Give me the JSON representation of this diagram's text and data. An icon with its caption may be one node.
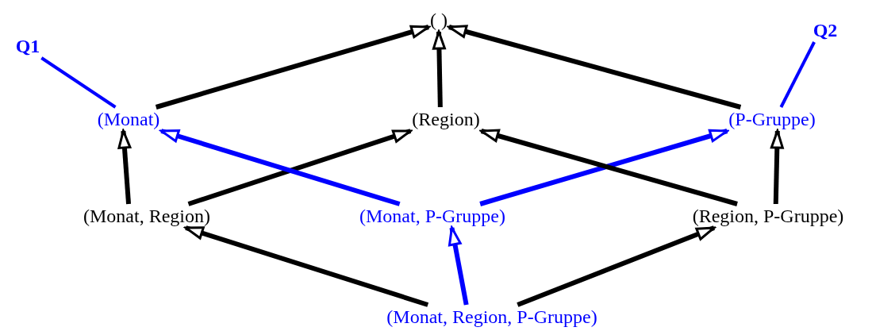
{
  "diagram": {
    "nodes": [
      {
        "text": [
          "( )"
        ]
      },
      {
        "text": [
          "Q1"
        ]
      },
      {
        "text": [
          "Q2"
        ]
      },
      {
        "text": [
          "(Monat)"
        ]
      },
      {
        "text": [
          "(Region)"
        ]
      },
      {
        "text": [
          "(P-Gruppe)"
        ]
      },
      {
        "text": [
          "(Monat, Region)"
        ]
      },
      {
        "text": [
          "(Monat, P-Gruppe)"
        ]
      },
      {
        "text": [
          "(Region, P-Gruppe)"
        ]
      },
      {
        "text": [
          "(Monat, Region, P-Gruppe)"
        ]
      }
    ],
    "edges": [
      {
        "from": 1,
        "to": 3,
        "arrow": "none",
        "color": "#0000ff"
      },
      {
        "from": 2,
        "to": 5,
        "arrow": "none",
        "color": "#0000ff"
      },
      {
        "from": 3,
        "to": 0,
        "arrow": "to"
      },
      {
        "from": 4,
        "to": 0,
        "arrow": "to"
      },
      {
        "from": 5,
        "to": 0,
        "arrow": "to"
      },
      {
        "from": 6,
        "to": 3,
        "arrow": "to"
      },
      {
        "from": 6,
        "to": 4,
        "arrow": "to"
      },
      {
        "from": 7,
        "to": 3,
        "arrow": "to",
        "color": "#0000ff"
      },
      {
        "from": 7,
        "to": 5,
        "arrow": "to",
        "color": "#0000ff"
      },
      {
        "from": 8,
        "to": 4,
        "arrow": "to"
      },
      {
        "from": 8,
        "to": 5,
        "arrow": "to"
      },
      {
        "from": 9,
        "to": 6,
        "arrow": "to"
      },
      {
        "from": 9,
        "to": 7,
        "arrow": "to",
        "color": "#0000ff"
      },
      {
        "from": 9,
        "to": 8,
        "arrow": "to"
      }
    ]
  }
}
